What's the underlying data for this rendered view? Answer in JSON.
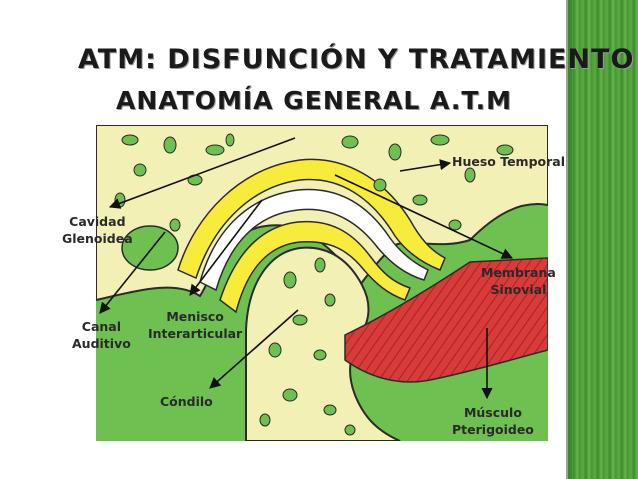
{
  "slide": {
    "title": "ATM: DISFUNCIÓN Y TRATAMIENTO",
    "subtitle": "ANATOMÍA GENERAL A.T.M"
  },
  "labels": {
    "hueso_temporal": "Hueso Temporal",
    "cavidad_line1": "Cavidad",
    "cavidad_line2": "Glenoidea",
    "membrana_line1": "Membrana",
    "membrana_line2": "Sinovial",
    "menisco_line1": "Menisco",
    "menisco_line2": "Interarticular",
    "canal_line1": "Canal",
    "canal_line2": "Auditivo",
    "condilo": "Cóndilo",
    "musculo_line1": "Músculo",
    "musculo_line2": "Pterigoideo"
  },
  "colors": {
    "background_green": "#6ec051",
    "bone": "#f2f0b4",
    "cartilage_yellow": "#f7ec3b",
    "disc_white": "#ffffff",
    "muscle_red": "#d93a3a",
    "outline": "#2b2b2b",
    "sidebar_green": "#4f9a3a"
  }
}
